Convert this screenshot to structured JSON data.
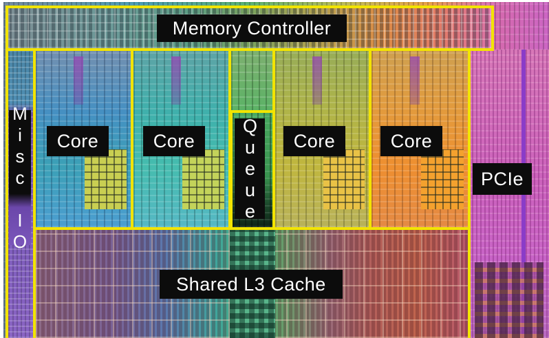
{
  "diagram": {
    "regions": {
      "memory_controller": {
        "label": "Memory Controller"
      },
      "misc_io": {
        "label": "Misc IO"
      },
      "cores": [
        {
          "label": "Core"
        },
        {
          "label": "Core"
        },
        {
          "label": "Core"
        },
        {
          "label": "Core"
        }
      ],
      "queue": {
        "label": "Queue"
      },
      "pcie": {
        "label": "PCIe"
      },
      "shared_l3_cache": {
        "label": "Shared L3 Cache"
      }
    },
    "colors": {
      "outline": "#f2e400",
      "label_background": "#0c0c0c",
      "label_text": "#ffffff"
    }
  }
}
